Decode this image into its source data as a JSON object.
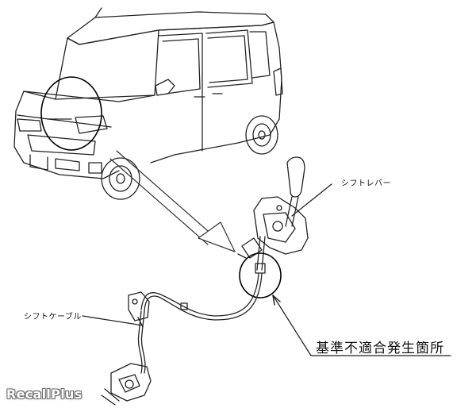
{
  "labels": {
    "shift_lever": "シフトレバー",
    "shift_cable": "シフトケーブル",
    "nonconformity_location": "基準不適合発生箇所"
  },
  "watermark": "RecallPlus",
  "colors": {
    "line": "#222222",
    "background": "#ffffff"
  }
}
